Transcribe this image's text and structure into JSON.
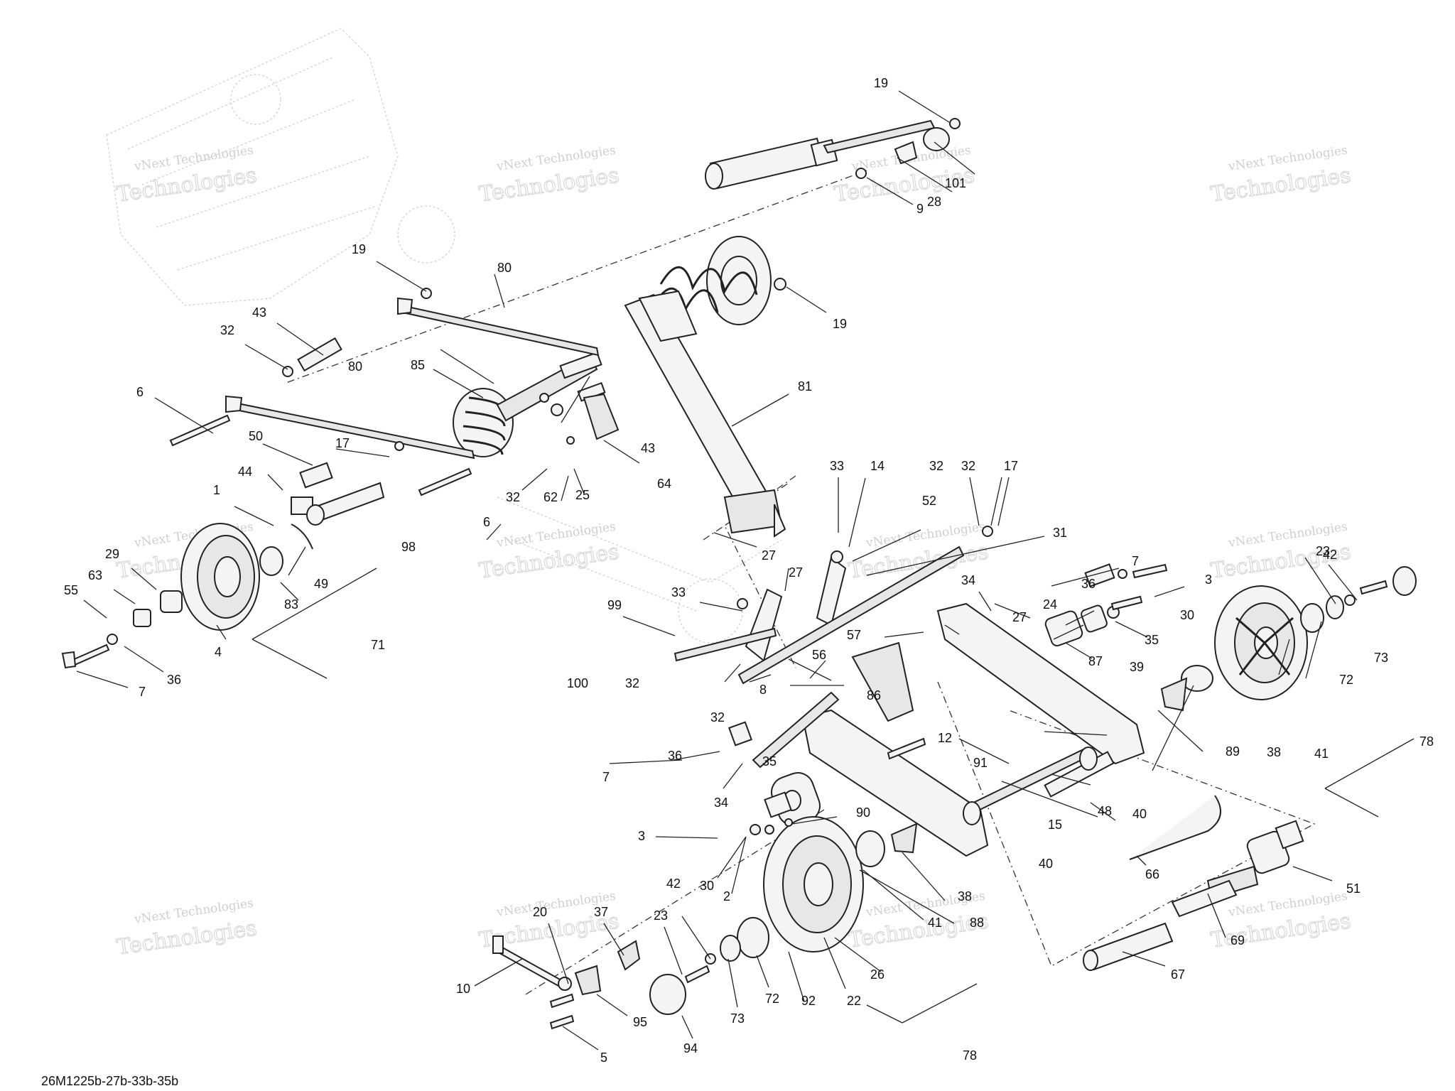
{
  "diagram": {
    "code": "26M1225b-27b-33b-35b",
    "watermark_line1": "vNext Technologies",
    "watermark_line2": "Technologies",
    "callouts": [
      {
        "id": "c19a",
        "text": "19"
      },
      {
        "id": "c101",
        "text": "101"
      },
      {
        "id": "c28",
        "text": "28"
      },
      {
        "id": "c9",
        "text": "9"
      },
      {
        "id": "c19b",
        "text": "19"
      },
      {
        "id": "c80a",
        "text": "80"
      },
      {
        "id": "c19c",
        "text": "19"
      },
      {
        "id": "c43a",
        "text": "43"
      },
      {
        "id": "c32a",
        "text": "32"
      },
      {
        "id": "c80b",
        "text": "80"
      },
      {
        "id": "c85",
        "text": "85"
      },
      {
        "id": "c81",
        "text": "81"
      },
      {
        "id": "c6a",
        "text": "6"
      },
      {
        "id": "c50",
        "text": "50"
      },
      {
        "id": "c17a",
        "text": "17"
      },
      {
        "id": "c43b",
        "text": "43"
      },
      {
        "id": "c44",
        "text": "44"
      },
      {
        "id": "c1",
        "text": "1"
      },
      {
        "id": "c32b",
        "text": "32"
      },
      {
        "id": "c62",
        "text": "62"
      },
      {
        "id": "c25",
        "text": "25"
      },
      {
        "id": "c64",
        "text": "64"
      },
      {
        "id": "c33a",
        "text": "33"
      },
      {
        "id": "c14",
        "text": "14"
      },
      {
        "id": "c32c",
        "text": "32"
      },
      {
        "id": "c32d",
        "text": "32"
      },
      {
        "id": "c17b",
        "text": "17"
      },
      {
        "id": "c52",
        "text": "52"
      },
      {
        "id": "c6b",
        "text": "6"
      },
      {
        "id": "c98",
        "text": "98"
      },
      {
        "id": "c31",
        "text": "31"
      },
      {
        "id": "c27a",
        "text": "27"
      },
      {
        "id": "c29",
        "text": "29"
      },
      {
        "id": "c49",
        "text": "49"
      },
      {
        "id": "c83",
        "text": "83"
      },
      {
        "id": "c63",
        "text": "63"
      },
      {
        "id": "c55",
        "text": "55"
      },
      {
        "id": "c71",
        "text": "71"
      },
      {
        "id": "c4",
        "text": "4"
      },
      {
        "id": "c36a",
        "text": "36"
      },
      {
        "id": "c7a",
        "text": "7"
      },
      {
        "id": "c33b",
        "text": "33"
      },
      {
        "id": "c27b",
        "text": "27"
      },
      {
        "id": "c99",
        "text": "99"
      },
      {
        "id": "c7b",
        "text": "7"
      },
      {
        "id": "c3a",
        "text": "3"
      },
      {
        "id": "c42a",
        "text": "42"
      },
      {
        "id": "c23a",
        "text": "23"
      },
      {
        "id": "c34a",
        "text": "34"
      },
      {
        "id": "c36b",
        "text": "36"
      },
      {
        "id": "c24",
        "text": "24"
      },
      {
        "id": "c30a",
        "text": "30"
      },
      {
        "id": "c27c",
        "text": "27"
      },
      {
        "id": "c57",
        "text": "57"
      },
      {
        "id": "c35a",
        "text": "35"
      },
      {
        "id": "c87",
        "text": "87"
      },
      {
        "id": "c73a",
        "text": "73"
      },
      {
        "id": "c72a",
        "text": "72"
      },
      {
        "id": "c56",
        "text": "56"
      },
      {
        "id": "c100",
        "text": "100"
      },
      {
        "id": "c32e",
        "text": "32"
      },
      {
        "id": "c8",
        "text": "8"
      },
      {
        "id": "c32f",
        "text": "32"
      },
      {
        "id": "c39",
        "text": "39"
      },
      {
        "id": "c86",
        "text": "86"
      },
      {
        "id": "c12",
        "text": "12"
      },
      {
        "id": "c89",
        "text": "89"
      },
      {
        "id": "c38a",
        "text": "38"
      },
      {
        "id": "c41a",
        "text": "41"
      },
      {
        "id": "c78a",
        "text": "78"
      },
      {
        "id": "c36c",
        "text": "36"
      },
      {
        "id": "c35b",
        "text": "35"
      },
      {
        "id": "c91",
        "text": "91"
      },
      {
        "id": "c7c",
        "text": "7"
      },
      {
        "id": "c34b",
        "text": "34"
      },
      {
        "id": "c48",
        "text": "48"
      },
      {
        "id": "c40a",
        "text": "40"
      },
      {
        "id": "c15",
        "text": "15"
      },
      {
        "id": "c90",
        "text": "90"
      },
      {
        "id": "c3b",
        "text": "3"
      },
      {
        "id": "c40b",
        "text": "40"
      },
      {
        "id": "c66",
        "text": "66"
      },
      {
        "id": "c51",
        "text": "51"
      },
      {
        "id": "c30b",
        "text": "30"
      },
      {
        "id": "c2",
        "text": "2"
      },
      {
        "id": "c38b",
        "text": "38"
      },
      {
        "id": "c41b",
        "text": "41"
      },
      {
        "id": "c88",
        "text": "88"
      },
      {
        "id": "c42b",
        "text": "42"
      },
      {
        "id": "c20",
        "text": "20"
      },
      {
        "id": "c37",
        "text": "37"
      },
      {
        "id": "c23b",
        "text": "23"
      },
      {
        "id": "c69",
        "text": "69"
      },
      {
        "id": "c10",
        "text": "10"
      },
      {
        "id": "c26",
        "text": "26"
      },
      {
        "id": "c67",
        "text": "67"
      },
      {
        "id": "c72b",
        "text": "72"
      },
      {
        "id": "c92",
        "text": "92"
      },
      {
        "id": "c22",
        "text": "22"
      },
      {
        "id": "c73b",
        "text": "73"
      },
      {
        "id": "c95",
        "text": "95"
      },
      {
        "id": "c94",
        "text": "94"
      },
      {
        "id": "c5",
        "text": "5"
      },
      {
        "id": "c78b",
        "text": "78"
      }
    ]
  }
}
